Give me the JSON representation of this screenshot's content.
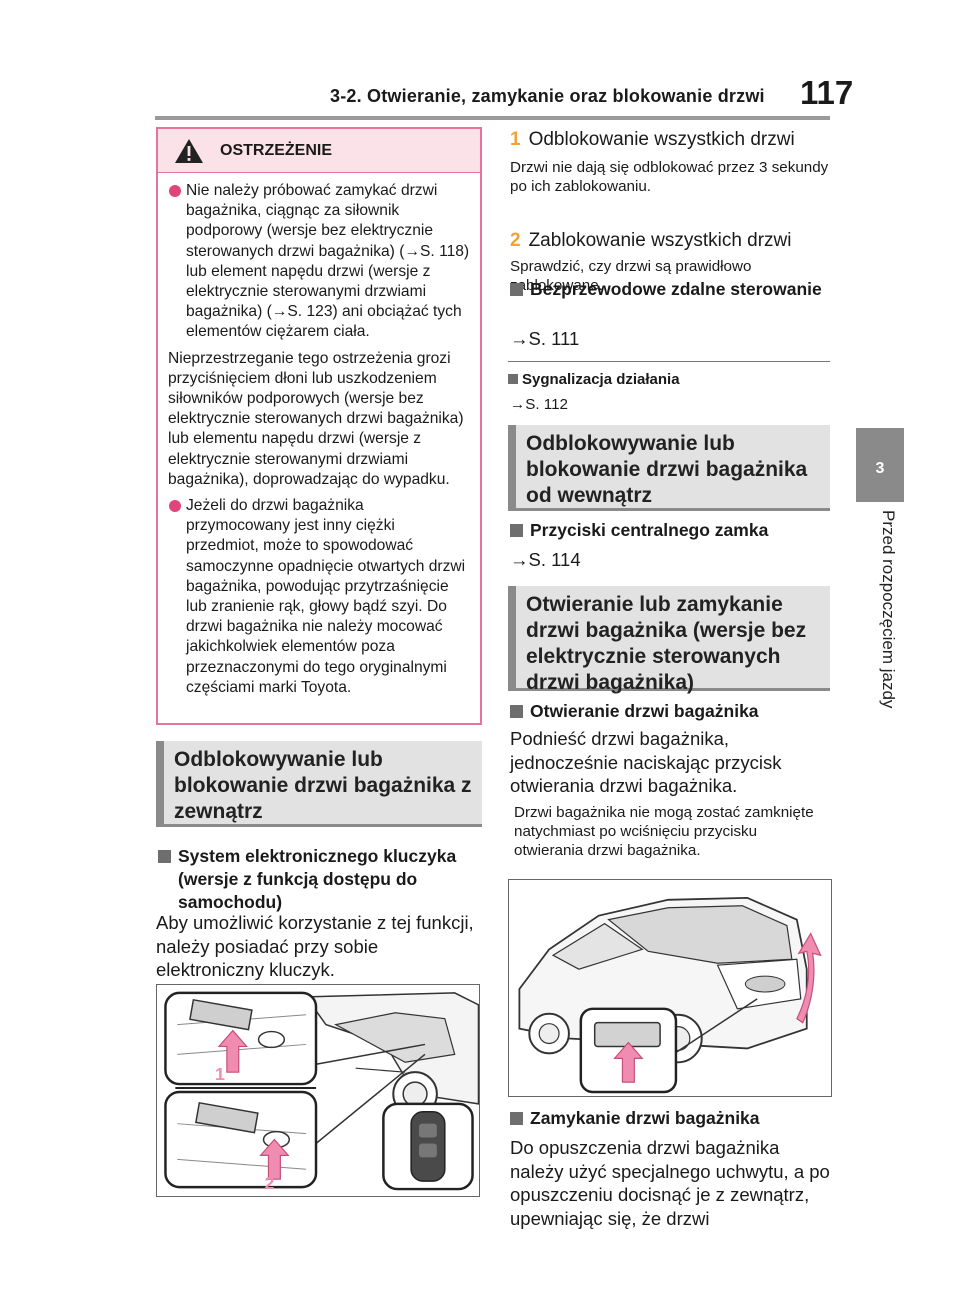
{
  "header": {
    "section_title": "3-2. Otwieranie, zamykanie oraz blokowanie drzwi",
    "page_number": "117"
  },
  "side_tab": {
    "chapter_number": "3",
    "chapter_title": "Przed rozpoczęciem jazdy"
  },
  "warning": {
    "title": "OSTRZEŻENIE",
    "bullet1": "Nie należy próbować zamykać drzwi bagażnika, ciągnąc za siłownik podporowy (wersje bez elektrycznie sterowanych drzwi bagażnika) (→S. 118) lub element napędu drzwi (wersje z elektrycznie sterowanymi drzwiami bagażnika) (→S. 123) ani obciążać tych elementów ciężarem ciała.",
    "para1": "Nieprzestrzeganie tego ostrzeżenia grozi przyciśnięciem dłoni lub uszkodzeniem siłowników podporowych (wersje bez elektrycznie sterowanych drzwi bagażnika) lub elementu napędu drzwi (wersje z elektrycznie sterowanymi drzwiami bagażnika), doprowadzając do wypadku.",
    "bullet2": "Jeżeli do drzwi bagażnika przymocowany jest inny ciężki przedmiot, może to spowodować samoczynne opadnięcie otwartych drzwi bagażnika, powodując przytrzaśnięcie lub zranienie rąk, głowy bądź szyi. Do drzwi bagażnika nie należy mocować jakichkolwiek elementów poza przeznaczonymi do tego oryginalnymi częściami marki Toyota."
  },
  "left": {
    "section_heading": "Odblokowywanie lub blokowanie drzwi bagażnika z zewnątrz",
    "subheading": "System elektronicznego kluczyka (wersje z funkcją dostępu do samochodu)",
    "body": "Aby umożliwić korzystanie z tej funkcji, należy posiadać przy sobie elektroniczny kluczyk.",
    "illustration_label_1": "1",
    "illustration_label_2": "2"
  },
  "right": {
    "step1_num": "1",
    "step1_title": "Odblokowanie wszystkich drzwi",
    "step1_note": "Drzwi nie dają się odblokować przez 3 sekundy po ich zablokowaniu.",
    "step2_num": "2",
    "step2_title": "Zablokowanie wszystkich drzwi",
    "step2_note": "Sprawdzić, czy drzwi są prawidłowo zablokowane.",
    "wireless_heading": "Bezprzewodowe zdalne sterowanie",
    "wireless_ref": "→S. 111",
    "signal_heading": "Sygnalizacja działania",
    "signal_ref": "→S. 112",
    "section2_heading": "Odblokowywanie lub blokowanie drzwi bagażnika od wewnątrz",
    "central_heading": "Przyciski centralnego zamka",
    "central_ref": "→S. 114",
    "section3_heading": "Otwieranie lub zamykanie drzwi bagażnika (wersje bez elektrycznie sterowanych drzwi bagażnika)",
    "open_heading": "Otwieranie drzwi bagażnika",
    "open_body": "Podnieść drzwi bagażnika, jednocześnie naciskając przycisk otwierania drzwi bagażnika.",
    "open_note": "Drzwi bagażnika nie mogą zostać zamknięte natychmiast po wciśnięciu przycisku otwierania drzwi bagażnika.",
    "close_heading": "Zamykanie drzwi bagażnika",
    "close_body": "Do opuszczenia drzwi bagażnika należy użyć specjalnego uchwytu, a po opuszczeniu docisnąć je z zewnątrz, upewniając się, że drzwi"
  },
  "colors": {
    "accent_orange": "#f2a23a",
    "warning_pink": "#e4749a",
    "bullet_pink": "#e0447a",
    "heading_gray": "#8a8a8a"
  }
}
